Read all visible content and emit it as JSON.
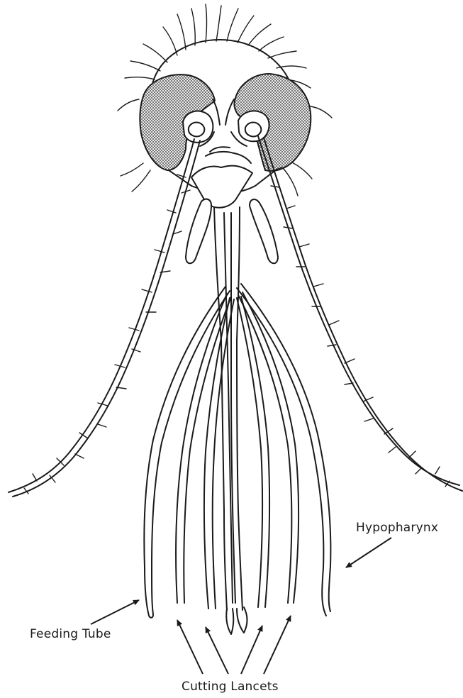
{
  "labels": {
    "hypopharynx": "Hypopharynx",
    "feeding_tube": "Feeding Tube",
    "cutting_lancets": "Cutting Lancets"
  }
}
